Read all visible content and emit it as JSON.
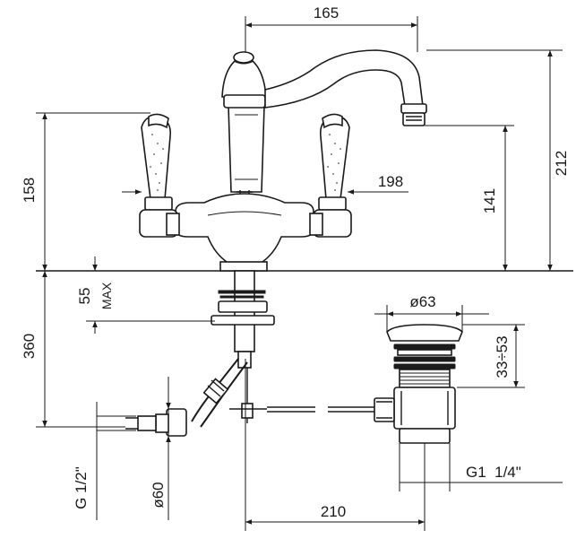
{
  "dimensions": {
    "width_spout": "165",
    "height_total": "212",
    "height_handle": "158",
    "reach": "198",
    "height_spout": "141",
    "deck_max_label": "MAX",
    "deck_max": "55",
    "below_deck": "360",
    "thread_inlet": "G 1/2\"",
    "flange_dia": "ø60",
    "waste_dia": "ø63",
    "waste_stroke": "33÷53",
    "distance": "210",
    "thread_waste": "G1  1/4\""
  }
}
